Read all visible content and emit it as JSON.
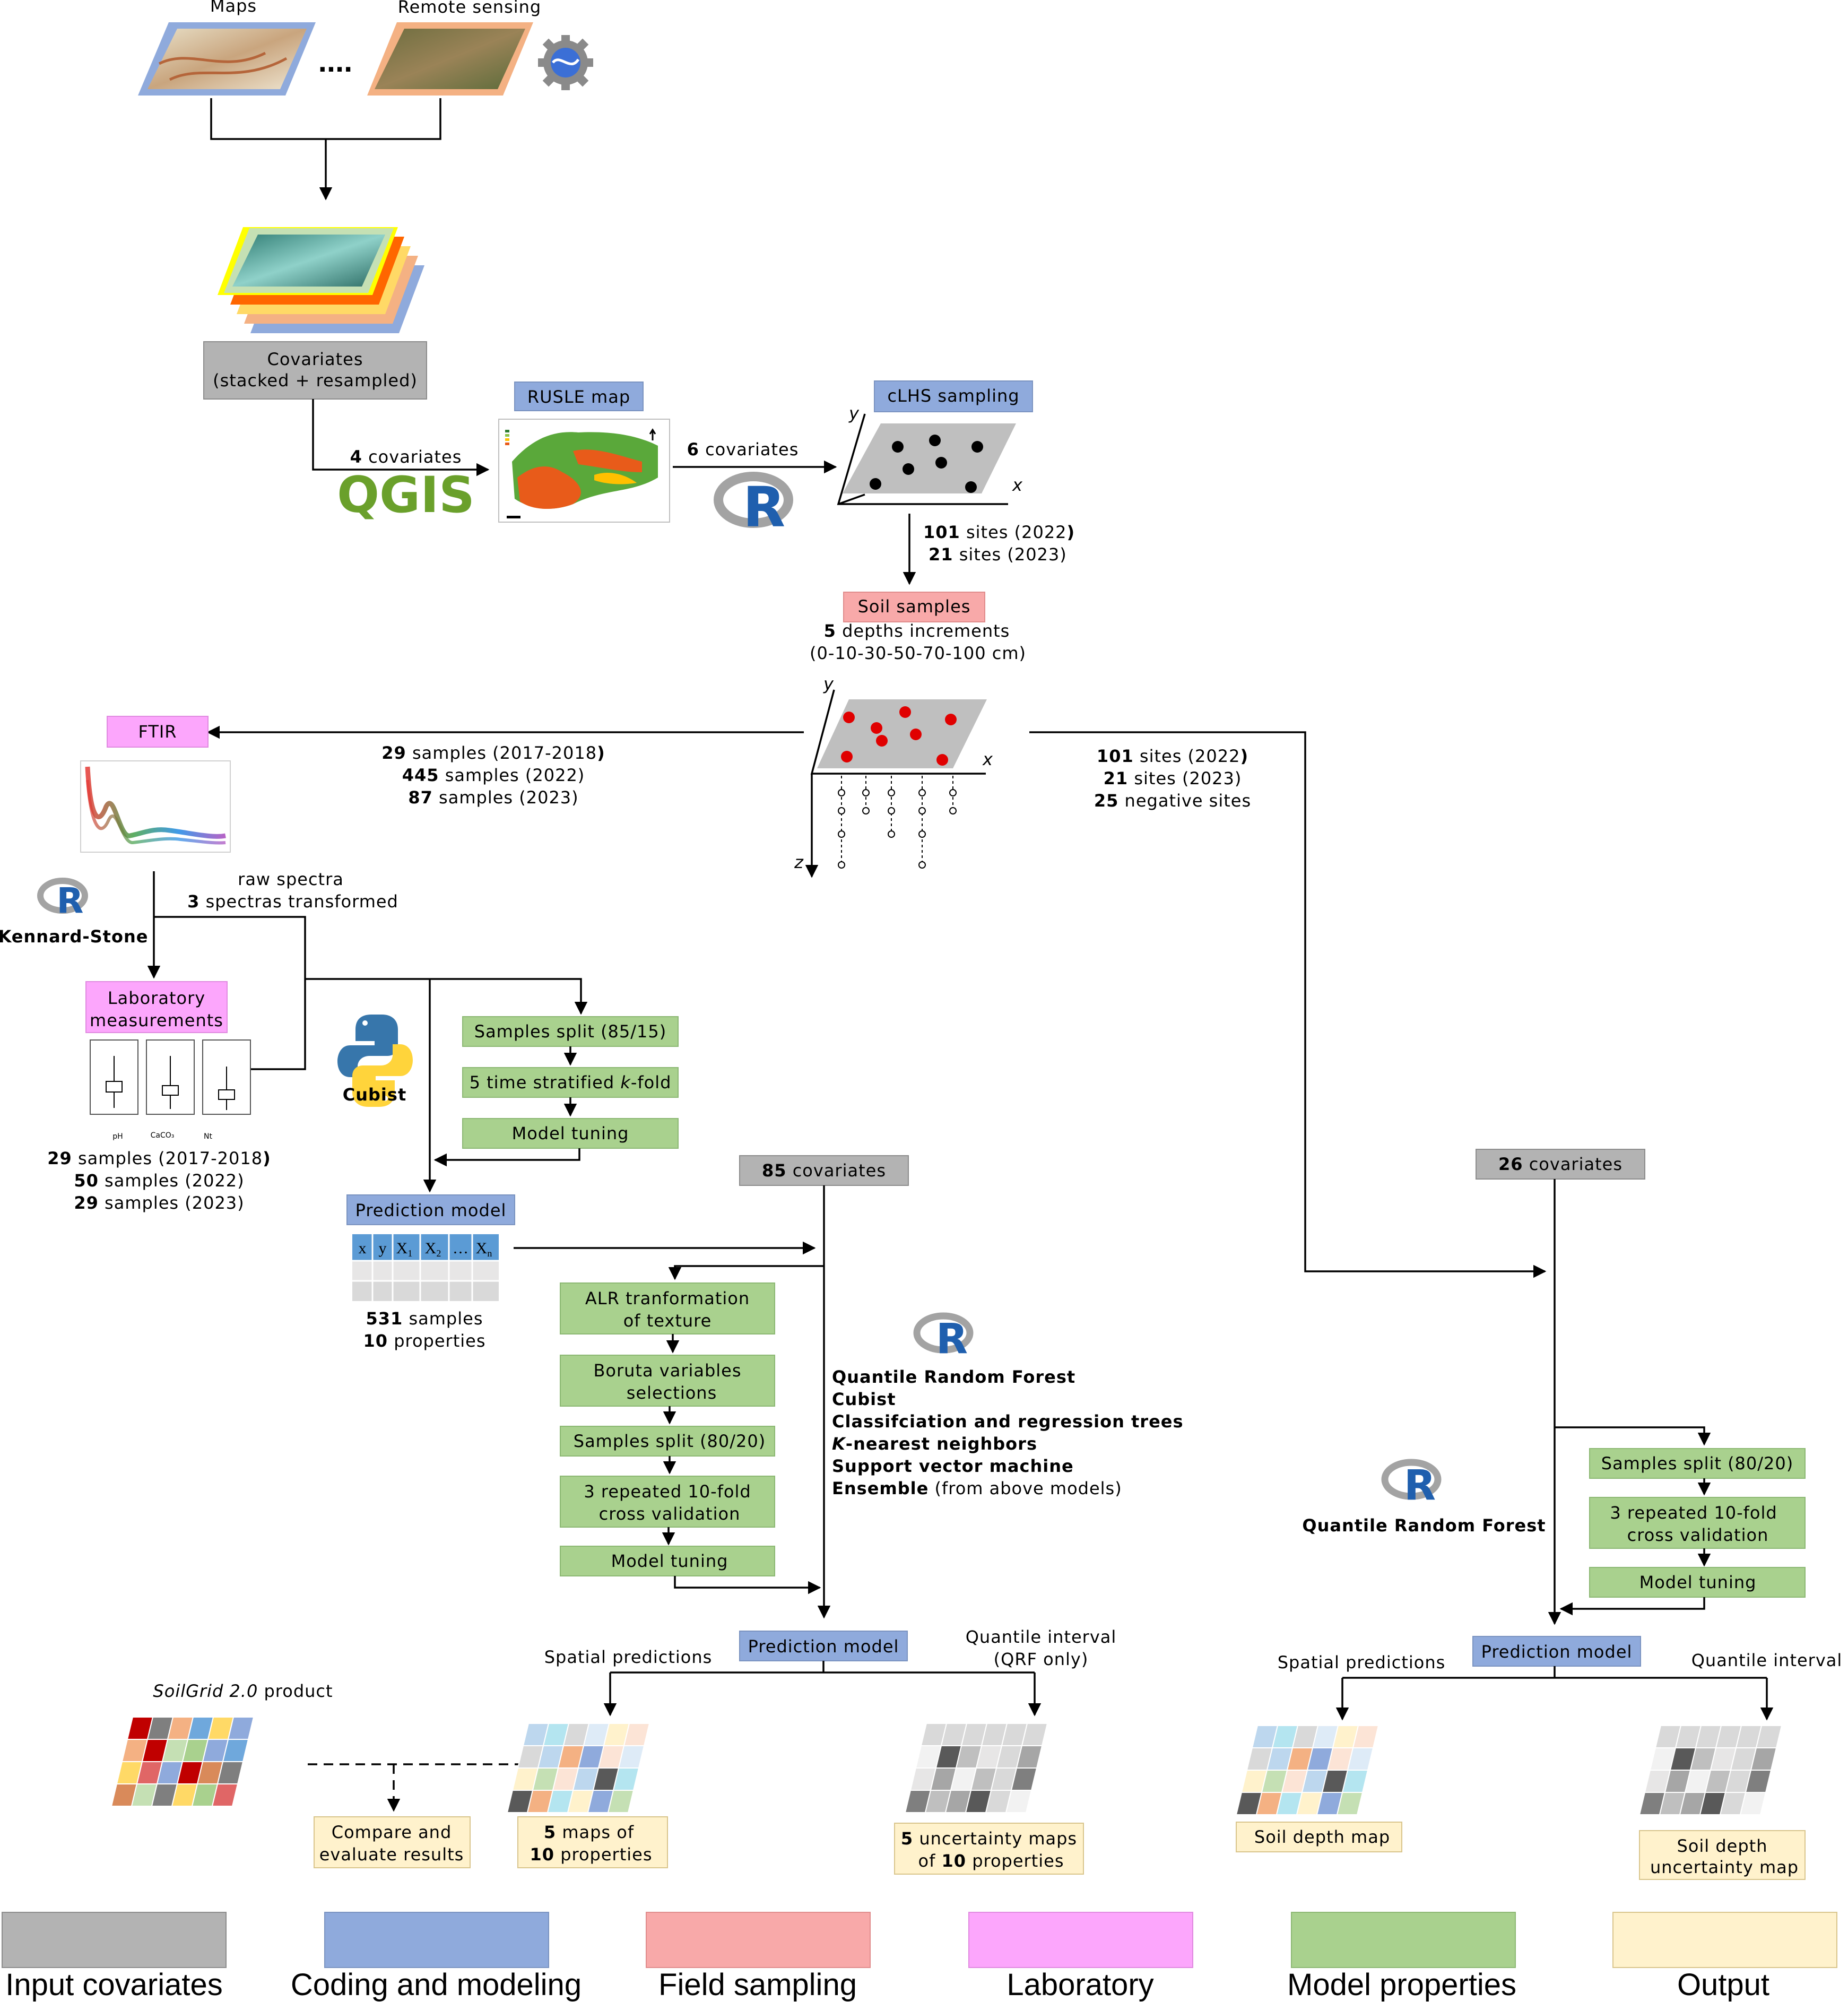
{
  "colors": {
    "input_covariates": "#b3b3b3",
    "coding_modeling": "#8faadc",
    "field_sampling": "#f8a9a9",
    "laboratory": "#fca6fc",
    "model_properties": "#a9d18e",
    "output": "#fff2cc",
    "covariates_box": "#b3b3b3"
  },
  "sources": {
    "maps_label": "Maps",
    "remote_label": "Remote sensing",
    "ellipsis": "...."
  },
  "covariates": {
    "line1": "Covariates",
    "line2": "(stacked + resampled)"
  },
  "rusle": {
    "title": "RUSLE map",
    "in_count": "4",
    "in_text": " covariates",
    "out_count": "6",
    "out_text": " covariates",
    "qgis_logo": "QGIS"
  },
  "clhs": {
    "title": "cLHS sampling",
    "axis_x": "x",
    "axis_y": "y"
  },
  "sites_a": {
    "n1": "101",
    "t1": " sites (2022",
    "t1_end": ")",
    "n2": "21",
    "t2": " sites (2023)"
  },
  "soil": {
    "title": "Soil samples",
    "depth_n": "5",
    "depth_text": " depths increments",
    "depth_range": "(0-10-30-50-70-100 cm)",
    "axis_x": "x",
    "axis_y": "y",
    "axis_z": "z"
  },
  "ftir": {
    "title": "FTIR",
    "s1_n": "29",
    "s1_t": " samples (2017-2018",
    "s1_end": ")",
    "s2_n": "445",
    "s2_t": " samples (2022)",
    "s3_n": "87",
    "s3_t": " samples (2023)",
    "raw": "raw spectra",
    "tr_n": "3",
    "tr_t": " spectras transformed",
    "ks": "Kennard-Stone"
  },
  "sites_b": {
    "n1": "101",
    "t1": " sites (2022",
    "t1_end": ")",
    "n2": "21",
    "t2": " sites (2023)",
    "n3": "25",
    "t3": " negative sites"
  },
  "lab": {
    "line1": "Laboratory",
    "line2": "measurements",
    "box_labels": [
      "pH",
      "CaCO₃",
      "Nt"
    ],
    "s1_n": "29",
    "s1_t": " samples (2017-2018",
    "s1_end": ")",
    "s2_n": "50",
    "s2_t": " samples (2022)",
    "s3_n": "29",
    "s3_t": " samples (2023)"
  },
  "cubist_branch": {
    "logo_label": "Cubist",
    "split": "Samples split (85/15)",
    "kfold_a": "5 time stratified ",
    "kfold_k": "k",
    "kfold_b": "-fold",
    "tuning": "Model tuning"
  },
  "pred_model_1": {
    "title": "Prediction model",
    "headers": [
      "x",
      "y",
      "X",
      "X",
      "…",
      "X"
    ],
    "subs": [
      "",
      "",
      "1",
      "2",
      "",
      "n"
    ],
    "n_samples": "531",
    "samples_text": " samples",
    "n_props": "10",
    "props_text": " properties"
  },
  "cov85": {
    "n": "85",
    "t": " covariates"
  },
  "mid_branch": {
    "alr1": "ALR tranformation",
    "alr2": "of texture",
    "boruta1": "Boruta variables",
    "boruta2": "selections",
    "split": "Samples split (80/20)",
    "cv1": "3 repeated 10-fold",
    "cv2": "cross validation",
    "tuning": "Model tuning"
  },
  "models": {
    "m1": "Quantile Random Forest",
    "m2": "Cubist",
    "m3": "Classifciation and regression trees",
    "m4a": "K",
    "m4b": "-nearest neighbors",
    "m5": "Support vector machine",
    "m6a": "Ensemble",
    "m6b": " (from above models)"
  },
  "pred_model_2": {
    "title": "Prediction model",
    "spatial": "Spatial predictions",
    "qi1": "Quantile interval",
    "qi2": "(QRF only)"
  },
  "soilgrid": {
    "a": "SoilGrid 2.0",
    "b": " product"
  },
  "compare": {
    "l1": "Compare and",
    "l2": "evaluate results"
  },
  "maps_out": {
    "n1": "5",
    "t1": " maps of",
    "n2": "10",
    "t2": " properties"
  },
  "unc_out": {
    "n1": "5",
    "t1": " uncertainty maps",
    "t2a": "of ",
    "n2": "10",
    "t2b": " properties"
  },
  "cov26": {
    "n": "26",
    "t": " covariates"
  },
  "right_branch": {
    "model": "Quantile Random Forest",
    "split": "Samples split (80/20)",
    "cv1": "3 repeated 10-fold",
    "cv2": "cross validation",
    "tuning": "Model tuning"
  },
  "pred_model_3": {
    "title": "Prediction model",
    "spatial": "Spatial predictions",
    "qi": "Quantile interval",
    "depth_map": "Soil depth map",
    "unc1": "Soil depth",
    "unc2": "uncertainty map"
  },
  "legend": [
    {
      "label": "Input covariates",
      "color": "#b3b3b3"
    },
    {
      "label": "Coding and modeling",
      "color": "#8faadc"
    },
    {
      "label": "Field sampling",
      "color": "#f8a9a9"
    },
    {
      "label": "Laboratory",
      "color": "#fca6fc"
    },
    {
      "label": "Model properties",
      "color": "#a9d18e"
    },
    {
      "label": "Output",
      "color": "#fff2cc"
    }
  ]
}
